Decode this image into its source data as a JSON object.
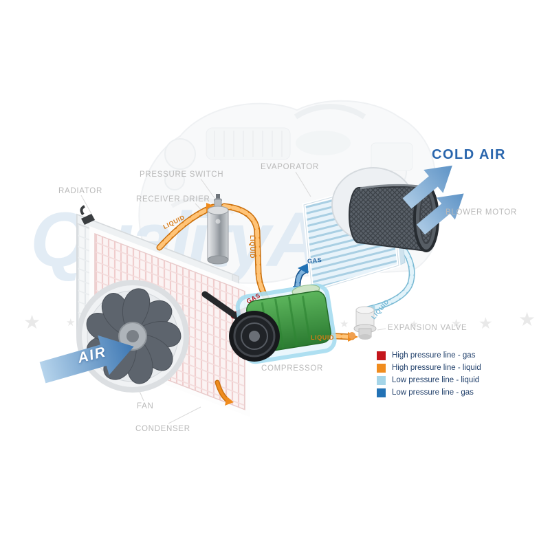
{
  "watermark": {
    "text": "QualityAir"
  },
  "labels": {
    "radiator": "RADIATOR",
    "pressure_switch": "PRESSURE SWITCH",
    "receiver_drier": "RECEIVER DRIER",
    "evaporator": "EVAPORATOR",
    "blower_motor": "BLOWER MOTOR",
    "cold_air": "COLD AIR",
    "air": "AIR",
    "compressor": "COMPRESSOR",
    "expansion_valve": "EXPANSION VALVE",
    "fan": "FAN",
    "condenser": "CONDENSER"
  },
  "flow_labels": {
    "liquid_to_drier": "LIQUID",
    "liquid_drier_down": "LIQUID",
    "gas_evaporator": "GAS",
    "gas_compressor": "GAS",
    "liquid_expansion": "LIQUID",
    "liquid_to_valve": "LIQUID"
  },
  "legend": {
    "items": [
      {
        "label": "High pressure line - gas",
        "color": "#c4161c"
      },
      {
        "label": "High pressure line - liquid",
        "color": "#f08c1e"
      },
      {
        "label": "Low pressure line - liquid",
        "color": "#a5d5e8"
      },
      {
        "label": "Low pressure line -  gas",
        "color": "#2272b5"
      }
    ]
  },
  "colors": {
    "cold_air_text": "#2a66ad",
    "air_arrow": "#3d77b3",
    "label_gray": "#b9b9b9"
  }
}
